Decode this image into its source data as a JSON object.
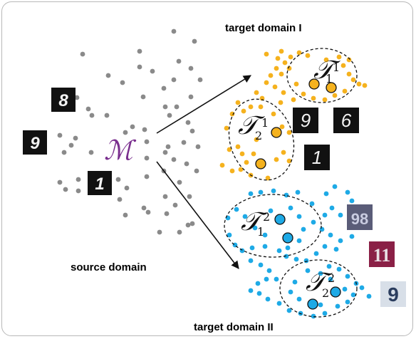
{
  "labels": {
    "target1": "target domain I",
    "target2": "target domain II",
    "source": "source domain"
  },
  "math": {
    "M": "ℳ",
    "T": "𝒯",
    "t11_sub": "1",
    "t11_sup": "1",
    "t21_sub": "2",
    "t21_sup": "1",
    "t12_sub": "1",
    "t12_sup": "2",
    "t22_sub": "2",
    "t22_sup": "2"
  },
  "thumbnails": {
    "source": [
      "8",
      "9",
      "1"
    ],
    "target1": [
      "9",
      "6",
      "1"
    ],
    "target2": [
      "98",
      "11",
      "9"
    ]
  },
  "colors": {
    "source_points": "#8a8a8a",
    "target1_points": "#f5b21e",
    "target2_points": "#1eaae6",
    "M_color": "#7a2f8e",
    "thumb_bg_dark": "#111111",
    "border": "#b8b8b8"
  }
}
